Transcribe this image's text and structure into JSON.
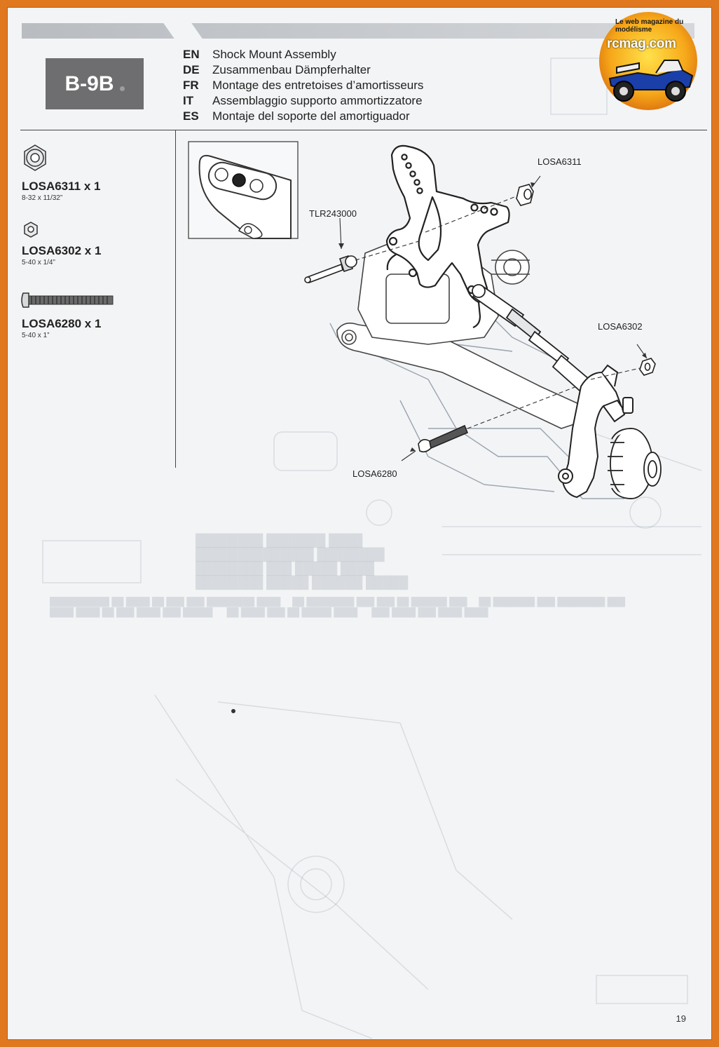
{
  "step": {
    "id": "B-9B"
  },
  "titles": [
    {
      "lang": "EN",
      "text": "Shock Mount Assembly"
    },
    {
      "lang": "DE",
      "text": "Zusammenbau Dämpferhalter"
    },
    {
      "lang": "FR",
      "text": "Montage des entretoises d’amortisseurs"
    },
    {
      "lang": "IT",
      "text": "Assemblaggio supporto ammortizzatore"
    },
    {
      "lang": "ES",
      "text": "Montaje del soporte del amortiguador"
    }
  ],
  "parts": [
    {
      "name": "LOSA6311 x 1",
      "size": "8-32 x 11/32”",
      "icon": "hex-flange-nut-icon"
    },
    {
      "name": "LOSA6302 x 1",
      "size": "5-40 x 1/4”",
      "icon": "hex-nut-icon"
    },
    {
      "name": "LOSA6280 x 1",
      "size": "5-40 x 1”",
      "icon": "button-head-screw-icon"
    }
  ],
  "callouts": {
    "losa6311": "LOSA6311",
    "tlr243000": "TLR243000",
    "losa6302": "LOSA6302",
    "losa6280": "LOSA6280"
  },
  "logo": {
    "brand": "rcmag.com",
    "tagline": "Le web magazine du modélisme"
  },
  "page_number": "19",
  "colors": {
    "frame": "#e07820",
    "step_box": "#6e6e70",
    "ink": "#222222"
  }
}
